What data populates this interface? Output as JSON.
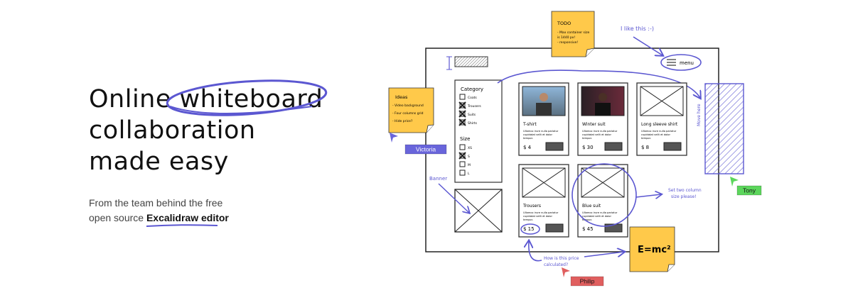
{
  "hero": {
    "title_line1_pre": "Online ",
    "title_highlight": "whiteboard",
    "title_line2": "collaboration",
    "title_line3": "made easy",
    "subtitle_line1": "From the team behind the free",
    "subtitle_line2_pre": "open source ",
    "subtitle_link": "Excalidraw editor"
  },
  "sketch": {
    "todo_note": {
      "title": "TODO",
      "lines": [
        "- Max container size",
        "is 1440 px!",
        "- responsive!"
      ]
    },
    "ideas_note": {
      "title": "Ideas",
      "lines": [
        "- Video background",
        "- Four columns grid",
        "- Hide price?"
      ]
    },
    "emc_note": "E=mc²",
    "menu_label": "menu",
    "annotations": {
      "like": "I like this :-)",
      "move_here": "Move here",
      "banner": "Banner",
      "two_column": [
        "Set two column",
        "size please!"
      ],
      "price_question": [
        "How is this price",
        "calculated?"
      ]
    },
    "filters": {
      "category_title": "Category",
      "categories": [
        "Coats",
        "Trousers",
        "Suits",
        "Shirts"
      ],
      "size_title": "Size",
      "sizes": [
        "XS",
        "S",
        "M",
        "L"
      ]
    },
    "products": [
      {
        "name": "T-shirt",
        "price": "$ 4"
      },
      {
        "name": "Winter suit",
        "price": "$ 30"
      },
      {
        "name": "Long sleeve shirt",
        "price": "$ 8"
      },
      {
        "name": "Trousers",
        "price": "$ 15"
      },
      {
        "name": "Blue suit",
        "price": "$ 45"
      }
    ],
    "lorem": [
      "Ullamco irure nulla pariatur",
      "cupidatat velit et dolor",
      "tempor."
    ],
    "cursors": [
      {
        "name": "Victoria",
        "color": "#6965db"
      },
      {
        "name": "Tony",
        "color": "#5cd65c"
      },
      {
        "name": "Philip",
        "color": "#e05f5f"
      }
    ]
  },
  "colors": {
    "accent": "#5b57d1",
    "note": "#ffc94a",
    "text": "#111111"
  }
}
